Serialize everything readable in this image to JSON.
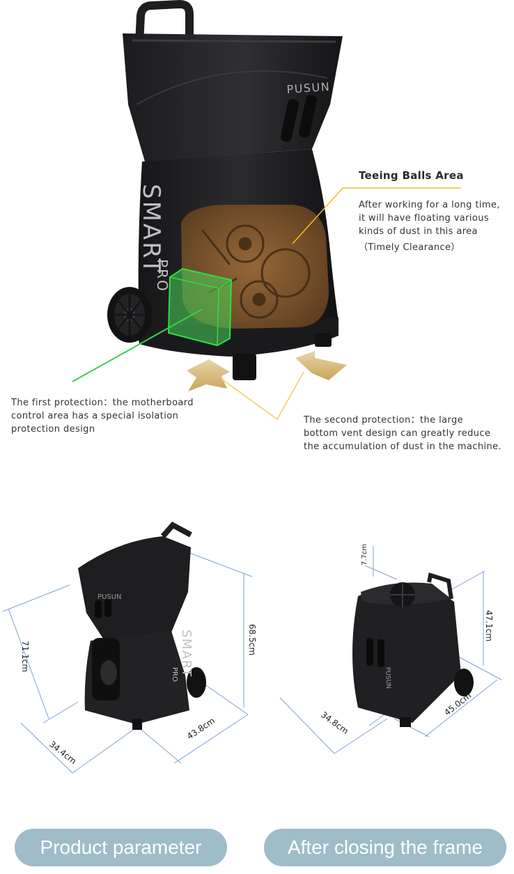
{
  "top": {
    "brand": "PUSUN",
    "model_main": "SMART",
    "model_sub": "PRO",
    "teeing": {
      "title": "Teeing Balls Area",
      "lines": [
        "After working for a long time,",
        "it will have floating various",
        "kinds of dust in this area",
        "（Timely Clearance）"
      ]
    },
    "first": {
      "lines": [
        "The first protection：the motherboard",
        "control area has a special isolation",
        "protection design"
      ]
    },
    "second": {
      "lines": [
        "The second protection：the large",
        "bottom vent design can greatly reduce",
        "the accumulation of dust in the machine."
      ]
    }
  },
  "bottom_left": {
    "height_left": "71.1cm",
    "height_right": "68.5cm",
    "depth": "43.8cm",
    "width": "34.4cm",
    "model_main": "SMART",
    "model_sub": "PRO",
    "brand": "PUSUN"
  },
  "bottom_right": {
    "top_gap": "7.7cm",
    "height": "47.1cm",
    "depth": "45.0cm",
    "width": "34.8cm",
    "brand": "PUSUN"
  },
  "buttons": {
    "product": "Product  parameter",
    "closing": "After closing the frame"
  },
  "colors": {
    "pill": "#9fbcc9",
    "leader": "#f0c020",
    "green": "#3ad04a",
    "dim_line": "#7fa2d8",
    "machine": "#1f1f21"
  }
}
